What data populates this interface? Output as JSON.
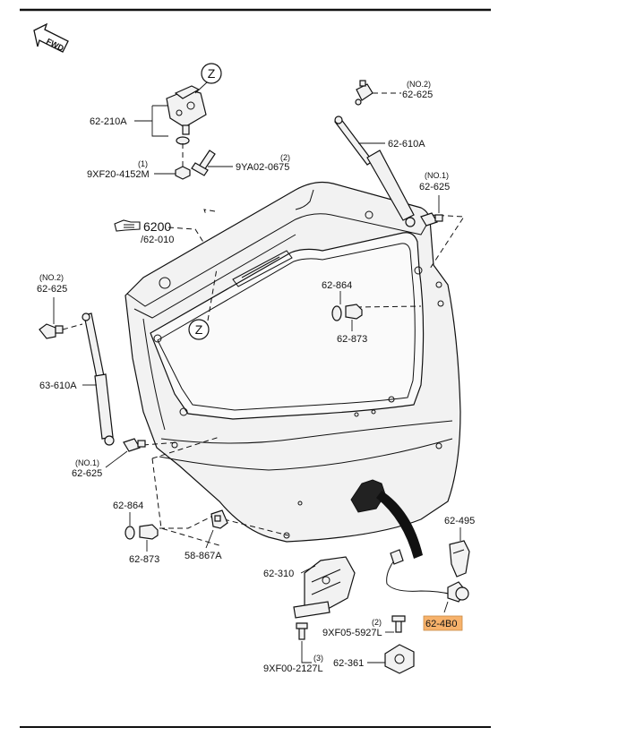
{
  "icons": {
    "fwd": "fwd-arrow-icon",
    "ref": "pointing-hand-icon",
    "z": "z-reference-icon"
  },
  "colors": {
    "highlight": "#f7b26b",
    "line": "#111111"
  },
  "labels": {
    "fwd": "FWD",
    "z_top": "Z",
    "z_mid": "Z",
    "ref_main": "6200",
    "ref_sub": "/62-010",
    "p_62_210A": "62-210A",
    "p_qty1_a": "(1)",
    "p_9XF20_4152M": "9XF20-4152M",
    "p_qty2_a": "(2)",
    "p_9YA02_0675": "9YA02-0675",
    "p_no2_a": "(NO.2)",
    "p_62_625_a": "62-625",
    "p_62_610A": "62-610A",
    "p_no1_a": "(NO.1)",
    "p_62_625_b": "62-625",
    "p_no2_b": "(NO.2)",
    "p_62_625_c": "62-625",
    "p_62_864_a": "62-864",
    "p_62_873_a": "62-873",
    "p_63_610A": "63-610A",
    "p_no1_b": "(NO.1)",
    "p_62_625_d": "62-625",
    "p_62_864_b": "62-864",
    "p_62_873_b": "62-873",
    "p_58_867A": "58-867A",
    "p_62_310": "62-310",
    "p_62_495": "62-495",
    "p_qty2_b": "(2)",
    "p_9XF05_5927L": "9XF05-5927L",
    "p_62_4B0": "62-4B0",
    "p_qty3": "(3)",
    "p_9XF00_2127L": "9XF00-2127L",
    "p_62_361": "62-361"
  }
}
